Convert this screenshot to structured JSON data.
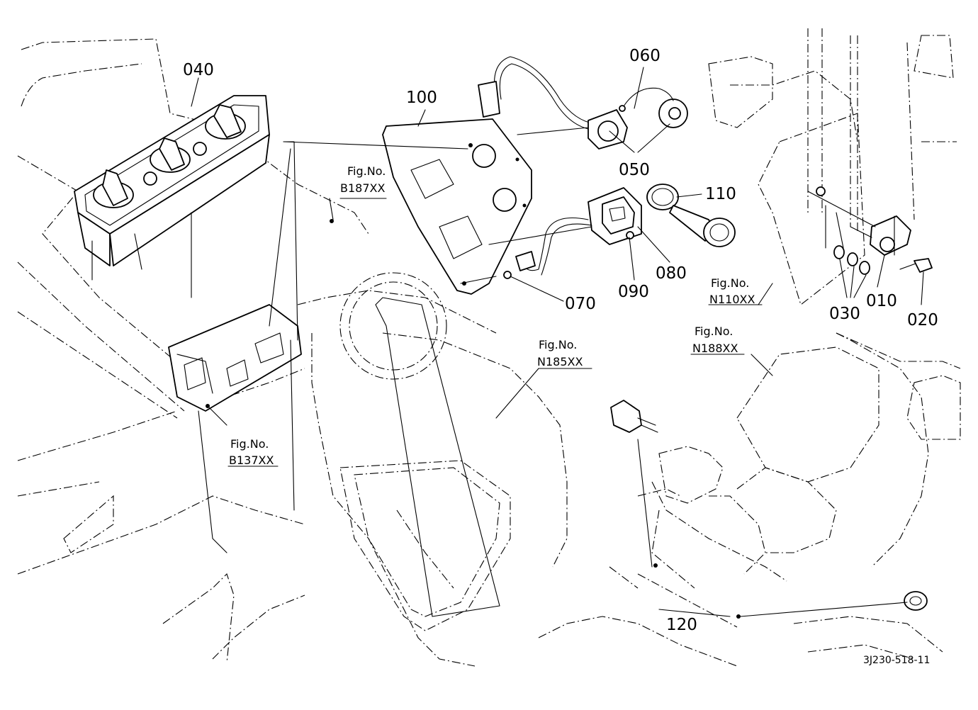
{
  "parts": {
    "p010": "010",
    "p020": "020",
    "p030": "030",
    "p040": "040",
    "p050": "050",
    "p060": "060",
    "p070": "070",
    "p080": "080",
    "p090": "090",
    "p100": "100",
    "p110": "110",
    "p120": "120"
  },
  "figure_refs": {
    "b187": {
      "title": "Fig.No.",
      "code": "B187XX"
    },
    "b137": {
      "title": "Fig.No.",
      "code": "B137XX"
    },
    "n185": {
      "title": "Fig.No.",
      "code": "N185XX"
    },
    "n110": {
      "title": "Fig.No.",
      "code": "N110XX"
    },
    "n188": {
      "title": "Fig.No.",
      "code": "N188XX"
    }
  },
  "drawing_code": "3J230-518-11"
}
